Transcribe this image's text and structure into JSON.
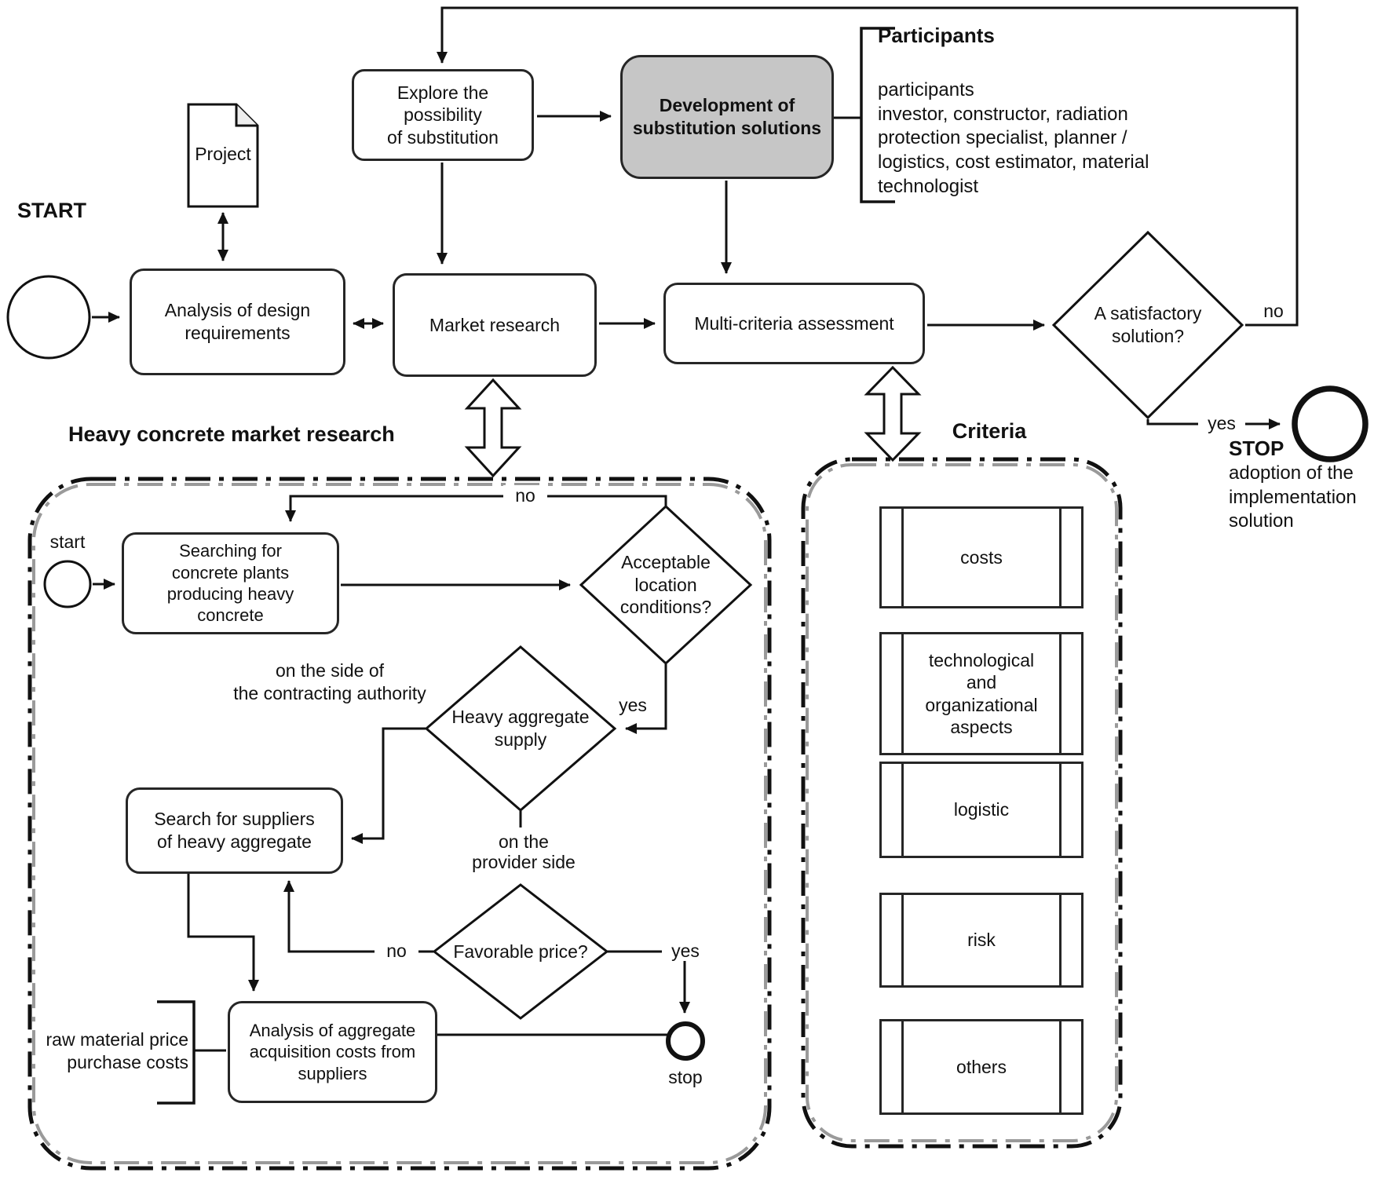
{
  "diagram": {
    "main": {
      "start_label": "START",
      "project": "Project",
      "analysis": "Analysis of design\nrequirements",
      "explore": "Explore the possibility\nof substitution",
      "development": "Development of\nsubstitution solutions",
      "market": "Market research",
      "multi": "Multi-criteria assessment",
      "satisfactory": "A satisfactory\nsolution?",
      "no_label": "no",
      "yes_label": "yes",
      "stop_title": "STOP",
      "stop_body": "adoption of the\nimplementation\nsolution"
    },
    "participants": {
      "title": "Participants",
      "body": "participants\ninvestor, constructor, radiation\nprotection specialist, planner /\nlogistics, cost estimator, material\ntechnologist"
    },
    "subprocess": {
      "title": "Heavy concrete market research",
      "start_label": "start",
      "searching": "Searching for\nconcrete plants\nproducing heavy\nconcrete",
      "acceptable": "Acceptable\nlocation\nconditions?",
      "acc_no": "no",
      "acc_yes": "yes",
      "side_authority": "on the side of\nthe contracting authority",
      "has": "Heavy aggregate\nsupply",
      "side_provider": "on the\nprovider side",
      "search_suppliers": "Search for suppliers\nof heavy aggregate",
      "favorable": "Favorable price?",
      "fav_no": "no",
      "fav_yes": "yes",
      "raw_material": "raw material price\npurchase costs",
      "analysis_agg": "Analysis of aggregate\nacquisition costs from\nsuppliers",
      "stop_label": "stop"
    },
    "criteria": {
      "title": "Criteria",
      "items": [
        "costs",
        "technological\nand\norganizational\naspects",
        "logistic",
        "risk",
        "others"
      ]
    },
    "colors": {
      "stroke": "#1a1a1a",
      "development_fill": "#c6c6c6"
    }
  }
}
